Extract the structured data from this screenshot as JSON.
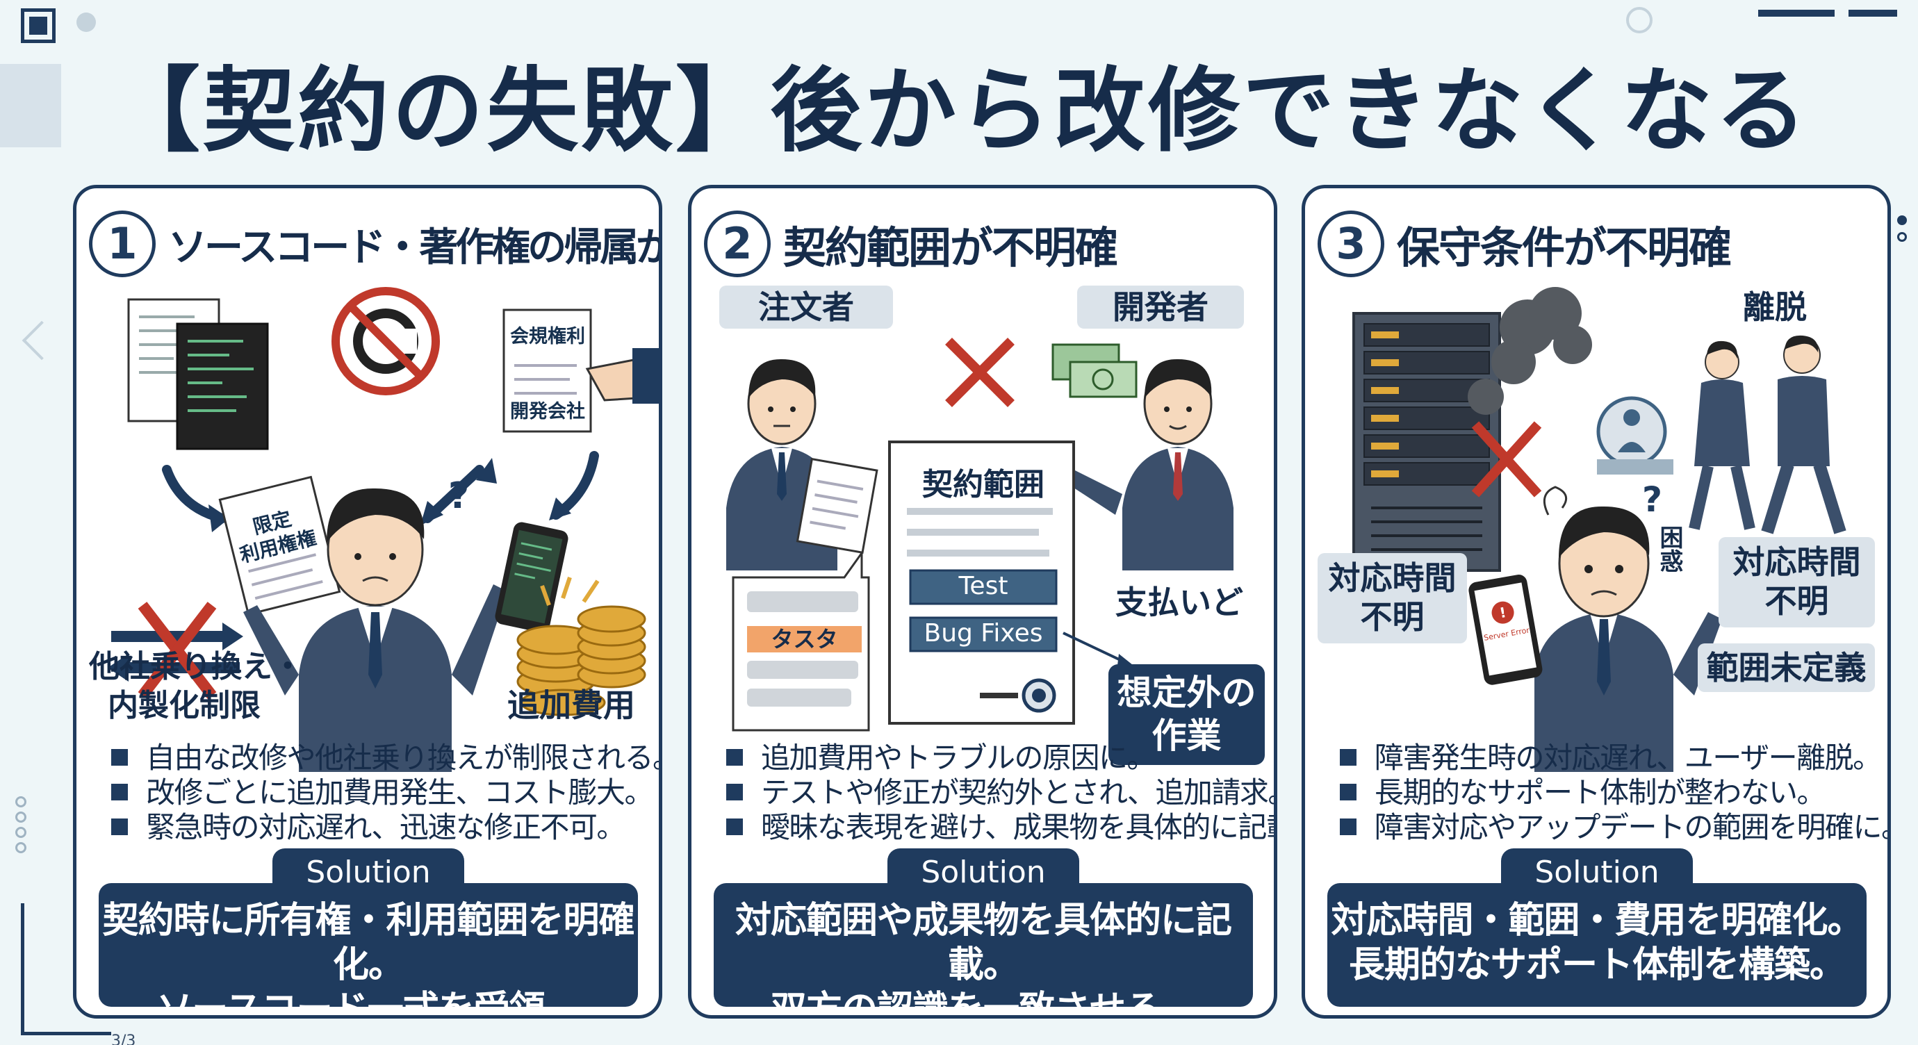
{
  "title": "【契約の失敗】後から改修できなくなる",
  "pager": "3/3",
  "colors": {
    "navy": "#1f3b5e",
    "red": "#c0392b",
    "background": "#eef6f8",
    "orange": "#f2a46a",
    "gold": "#e0a93a"
  },
  "panels": [
    {
      "number": "1",
      "title": "ソースコード・著作権の帰属が曖昧",
      "illustration": {
        "doc_badge": "会規権利",
        "doc_company": "開発会社",
        "license_doc_l1": "限定",
        "license_doc_l2": "利用権権",
        "label_switch_l1": "他社乗り換え・",
        "label_switch_l2": "内製化制限",
        "label_cost": "追加費用",
        "icons": [
          "source-code-document-icon",
          "no-copyright-icon",
          "smartphone-icon",
          "coins-icon",
          "question-mark-icon"
        ]
      },
      "bullets": [
        "自由な改修や他社乗り換えが制限される。",
        "改修ごとに追加費用発生、コスト膨大。",
        "緊急時の対応遅れ、迅速な修正不可。"
      ],
      "solution_label": "Solution",
      "solution_line1": "契約時に所有権・利用範囲を明確化。",
      "solution_line2": "ソースコード一式を受領。"
    },
    {
      "number": "2",
      "title": "契約範囲が不明確",
      "illustration": {
        "tag_client": "注文者",
        "tag_developer": "開発者",
        "doc_title": "契約範囲",
        "item_test": "Test",
        "item_bugfix": "Bug Fixes",
        "bubble_item": "タスタ",
        "label_payment": "支払いど",
        "tag_unexpected_l1": "想定外の",
        "tag_unexpected_l2": "作業",
        "icons": [
          "cross-icon",
          "money-icon",
          "clipboard-icon"
        ]
      },
      "bullets": [
        "追加費用やトラブルの原因に。",
        "テストや修正が契約外とされ、追加請求。",
        "曖昧な表現を避け、成果物を具体的に記載。"
      ],
      "solution_label": "Solution",
      "solution_line1": "対応範囲や成果物を具体的に記載。",
      "solution_line2": "双方の認識を一致させる。"
    },
    {
      "number": "3",
      "title": "保守条件が不明確",
      "illustration": {
        "label_leave": "離脱",
        "label_confused": "困惑",
        "tag_time_left_l1": "対応時間",
        "tag_time_left_l2": "不明",
        "tag_time_right_l1": "対応時間",
        "tag_time_right_l2": "不明",
        "tag_scope": "範囲未定義",
        "phone_text": "Server Error",
        "icons": [
          "server-rack-icon",
          "smoke-icon",
          "exit-user-icon",
          "cross-icon",
          "question-mark-icon"
        ]
      },
      "bullets": [
        "障害発生時の対応遅れ、ユーザー離脱。",
        "長期的なサポート体制が整わない。",
        "障害対応やアップデートの範囲を明確に。"
      ],
      "solution_label": "Solution",
      "solution_line1": "対応時間・範囲・費用を明確化。",
      "solution_line2": "長期的なサポート体制を構築。"
    }
  ]
}
